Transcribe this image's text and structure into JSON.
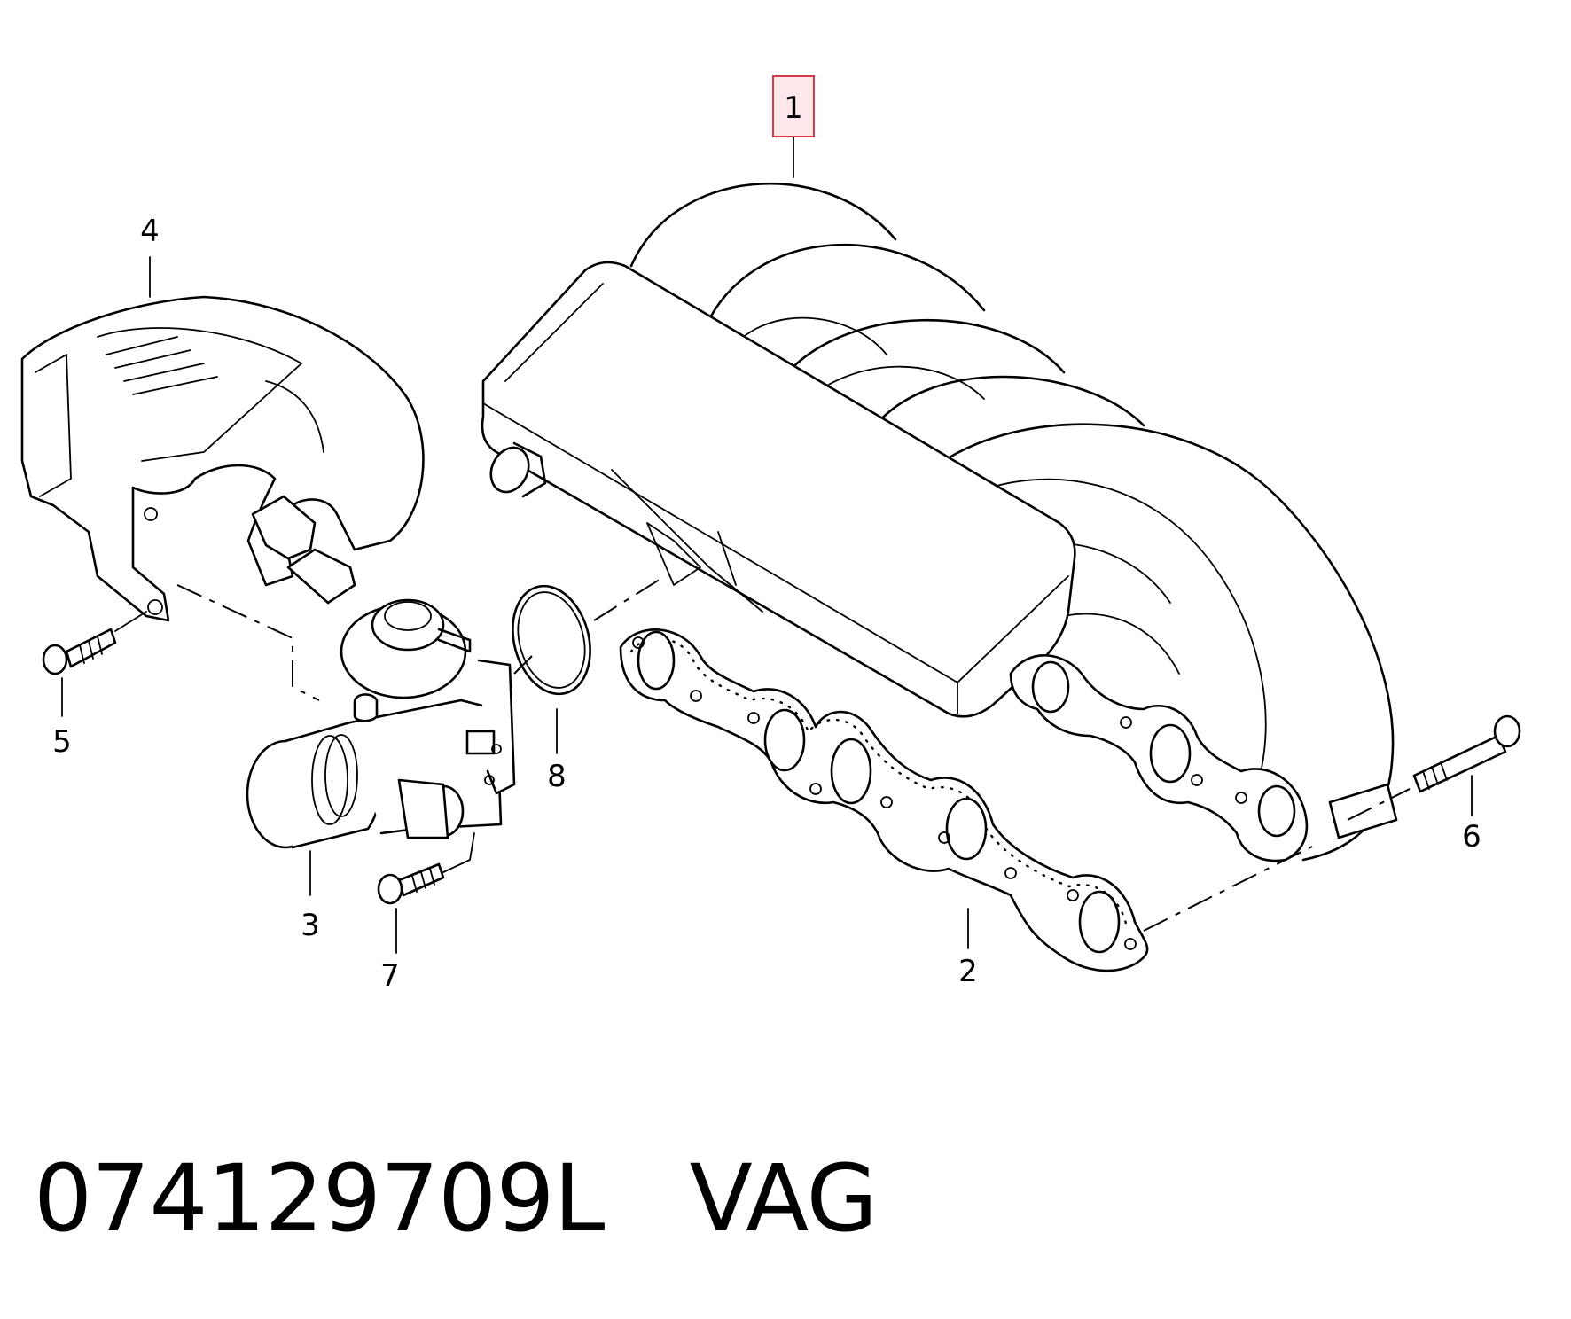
{
  "callouts": [
    {
      "id": "1",
      "label": "1",
      "highlighted": true
    },
    {
      "id": "2",
      "label": "2"
    },
    {
      "id": "3",
      "label": "3"
    },
    {
      "id": "4",
      "label": "4"
    },
    {
      "id": "5",
      "label": "5"
    },
    {
      "id": "6",
      "label": "6"
    },
    {
      "id": "7",
      "label": "7"
    },
    {
      "id": "8",
      "label": "8"
    }
  ],
  "caption": {
    "part_number": "074129709L",
    "brand": "VAG"
  },
  "colors": {
    "line": "#000000",
    "highlight_fill": "#fde7ea",
    "highlight_stroke": "#d33b4b",
    "background": "#ffffff"
  }
}
